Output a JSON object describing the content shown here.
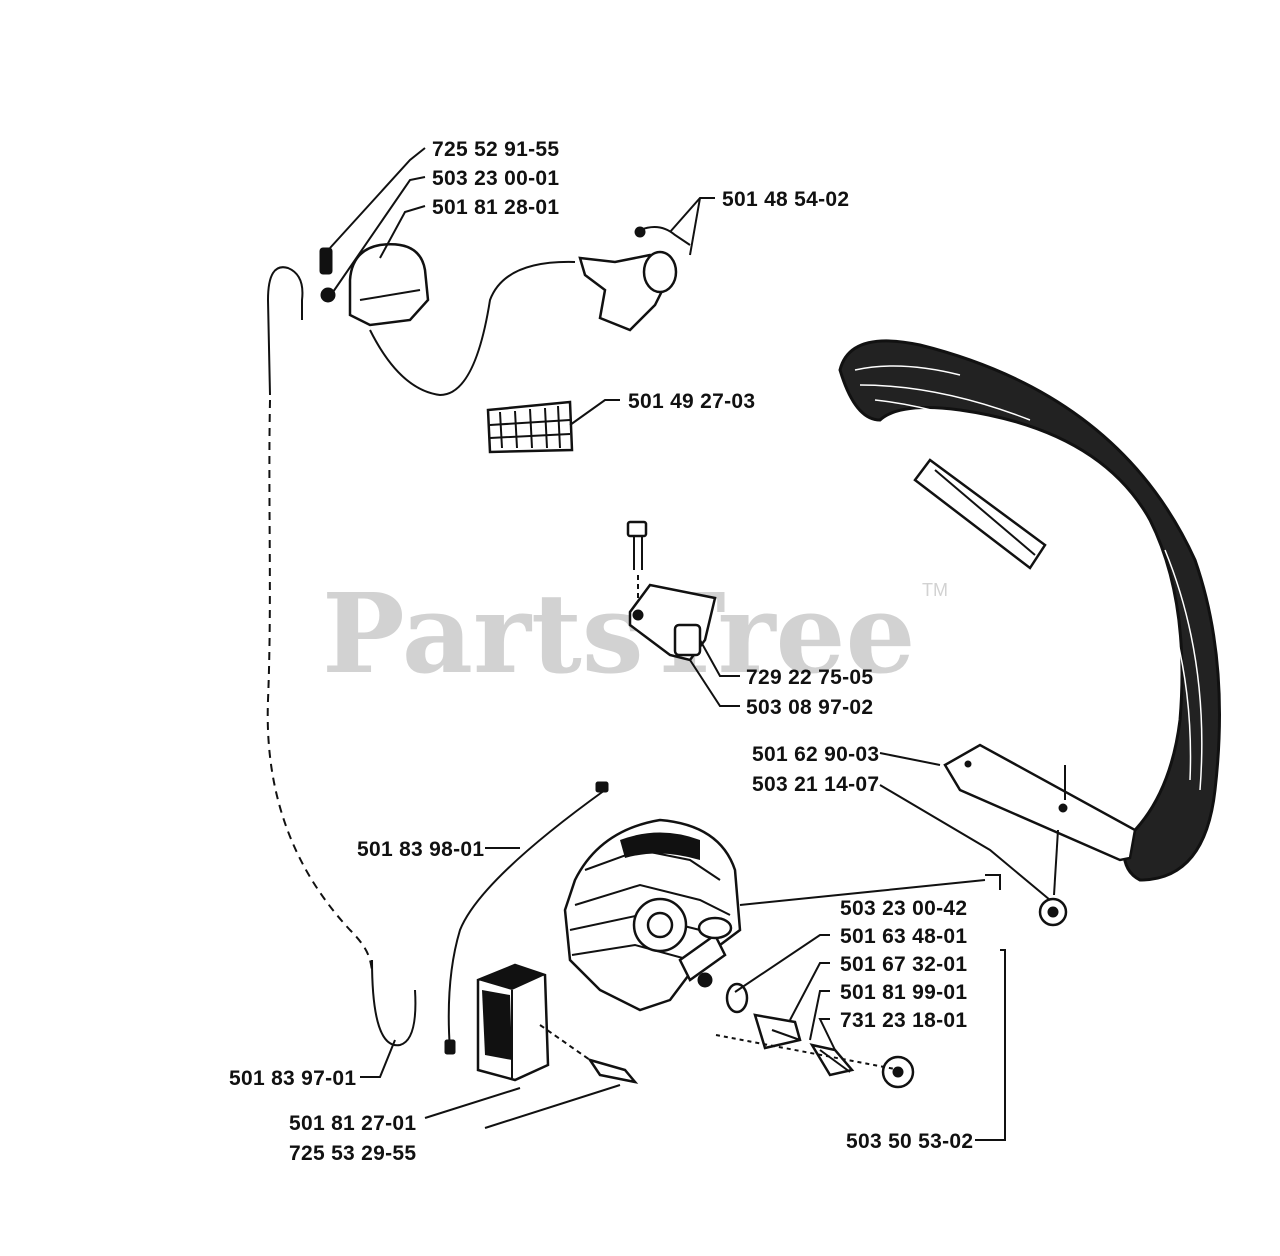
{
  "watermark": {
    "text": "PartsTree",
    "trademark": "TM"
  },
  "labels": {
    "p_725_52_91_55": "725 52 91-55",
    "p_503_23_00_01": "503 23 00-01",
    "p_501_81_28_01": "501 81 28-01",
    "p_501_48_54_02": "501 48 54-02",
    "p_501_49_27_03": "501 49 27-03",
    "p_729_22_75_05": "729 22 75-05",
    "p_503_08_97_02": "503 08 97-02",
    "p_501_62_90_03": "501 62 90-03",
    "p_503_21_14_07": "503 21 14-07",
    "p_501_83_98_01": "501 83 98-01",
    "p_503_23_00_42": "503 23 00-42",
    "p_501_63_48_01": "501 63 48-01",
    "p_501_67_32_01": "501 67 32-01",
    "p_501_81_99_01": "501 81 99-01",
    "p_731_23_18_01": "731 23 18-01",
    "p_501_83_97_01": "501 83 97-01",
    "p_501_81_27_01": "501 81 27-01",
    "p_725_53_29_55": "725 53 29-55",
    "p_503_50_53_02": "503 50 53-02"
  }
}
